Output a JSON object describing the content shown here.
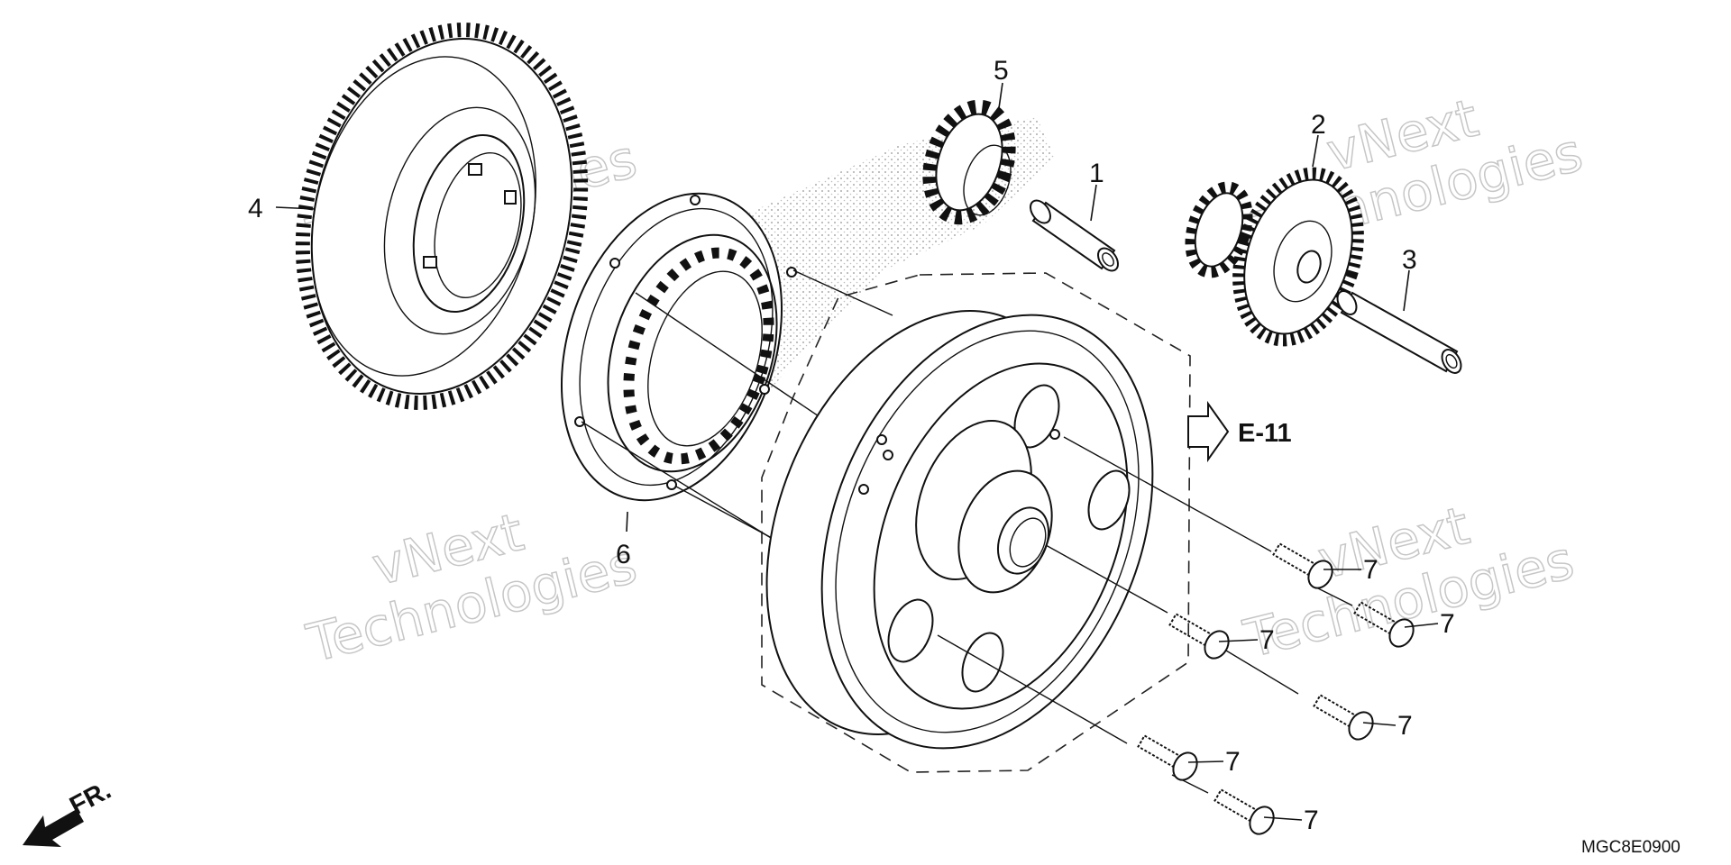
{
  "diagram": {
    "callouts": [
      "1",
      "2",
      "3",
      "4",
      "5",
      "6",
      "7"
    ],
    "reference": "E-11",
    "front_marker": "FR.",
    "part_code": "MGC8E0900",
    "watermark": {
      "line1": "vNext",
      "line2": "Technologies"
    }
  }
}
